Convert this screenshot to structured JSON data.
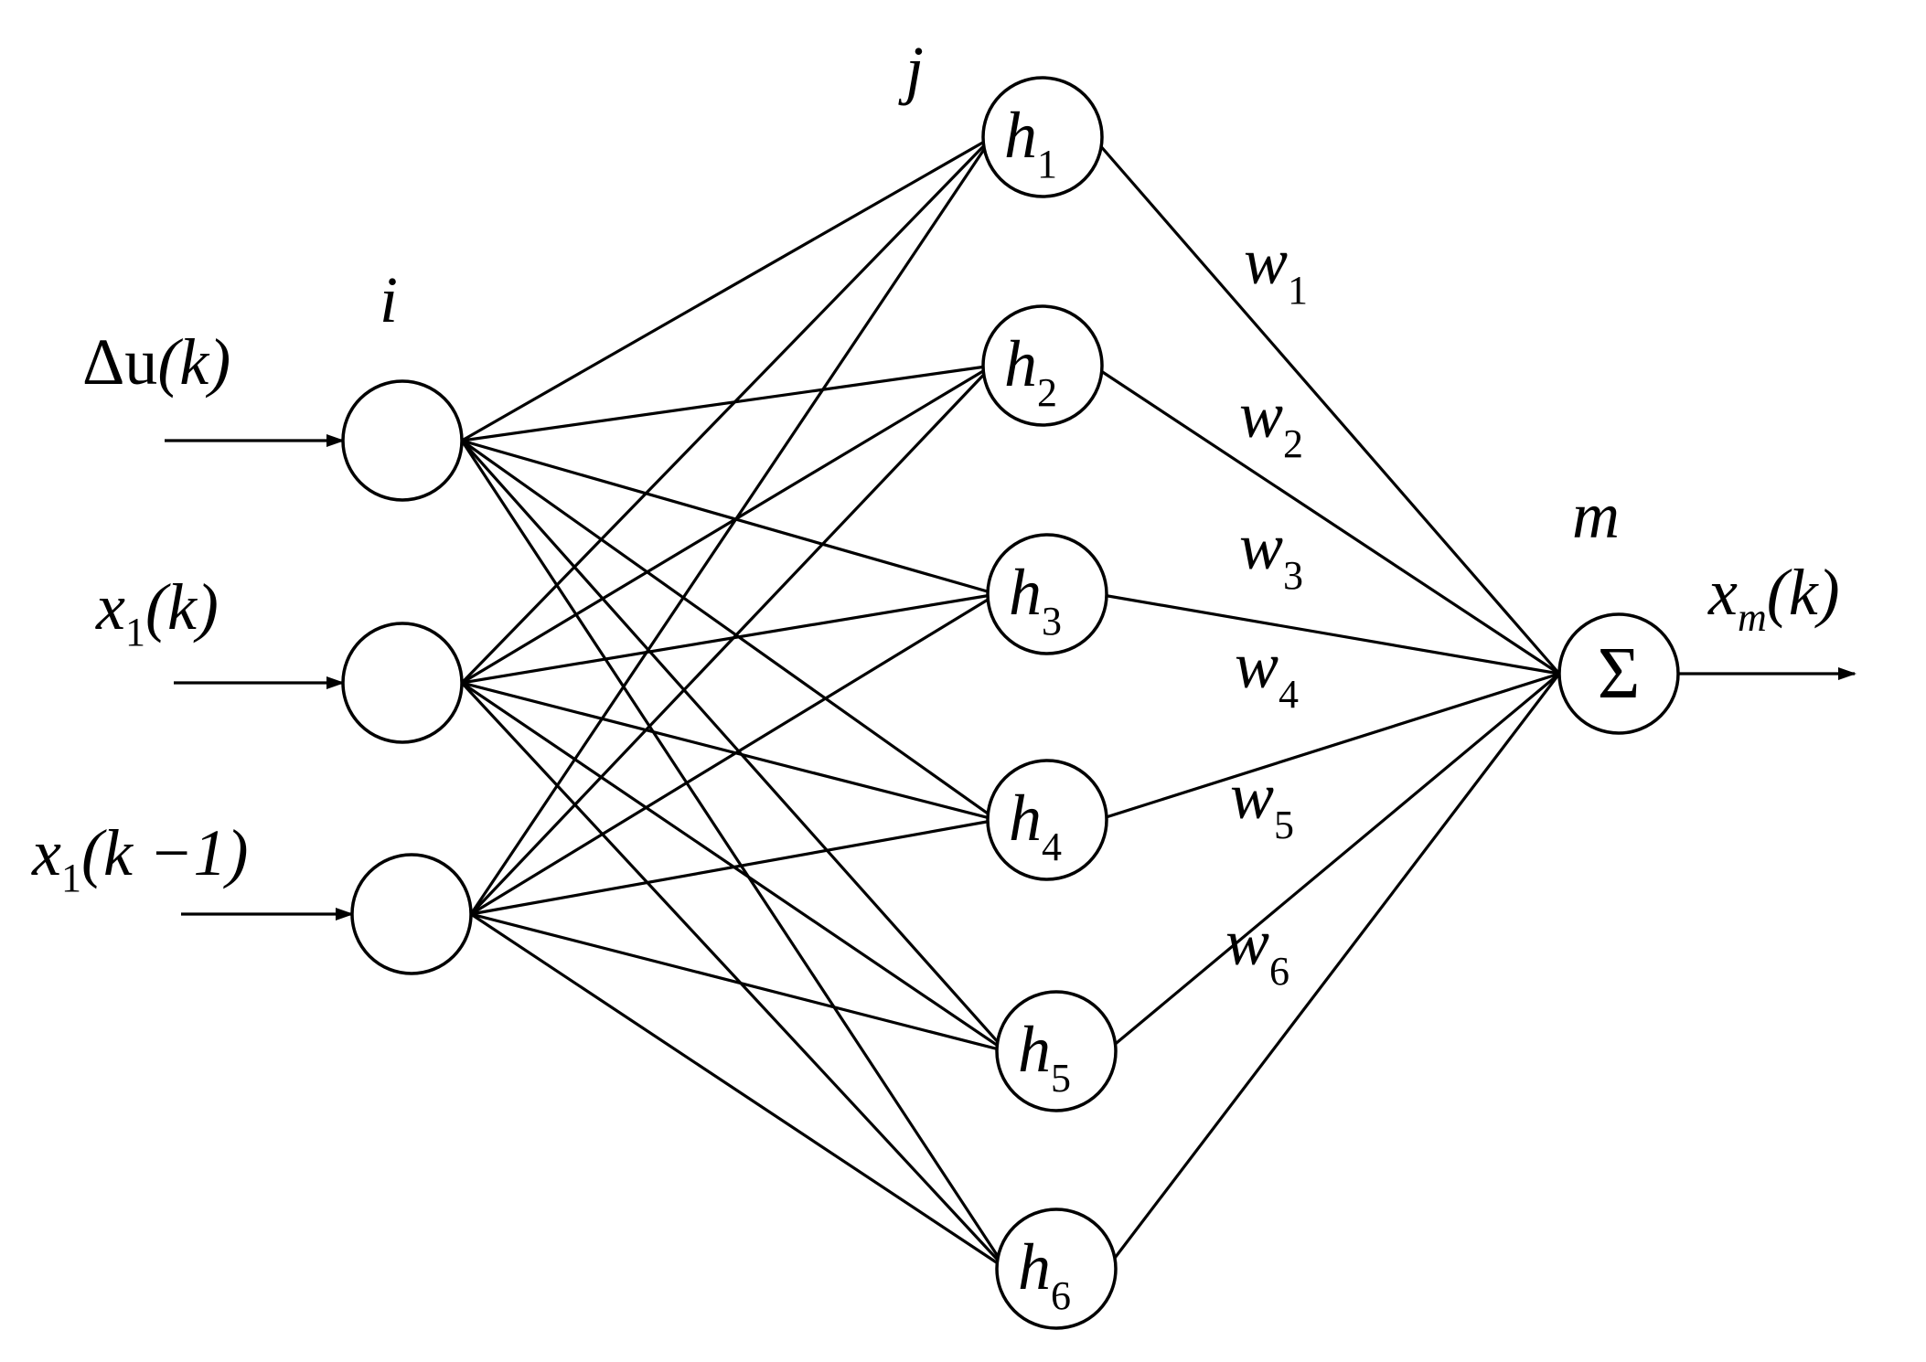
{
  "layers": {
    "input": {
      "label": "i"
    },
    "hidden": {
      "label": "j"
    },
    "output": {
      "label": "m"
    }
  },
  "inputs": [
    {
      "name": "Δu",
      "sub": "",
      "arg": "(k)"
    },
    {
      "name": "x",
      "sub": "1",
      "arg": "(k)"
    },
    {
      "name": "x",
      "sub": "1",
      "arg": "(k −1)"
    }
  ],
  "hidden_nodes": [
    {
      "name": "h",
      "sub": "1"
    },
    {
      "name": "h",
      "sub": "2"
    },
    {
      "name": "h",
      "sub": "3"
    },
    {
      "name": "h",
      "sub": "4"
    },
    {
      "name": "h",
      "sub": "5"
    },
    {
      "name": "h",
      "sub": "6"
    }
  ],
  "weights": [
    {
      "name": "w",
      "sub": "1"
    },
    {
      "name": "w",
      "sub": "2"
    },
    {
      "name": "w",
      "sub": "3"
    },
    {
      "name": "w",
      "sub": "4"
    },
    {
      "name": "w",
      "sub": "5"
    },
    {
      "name": "w",
      "sub": "6"
    }
  ],
  "output_node": {
    "symbol": "Σ"
  },
  "output": {
    "name": "x",
    "sub": "m",
    "arg": "(k)"
  }
}
